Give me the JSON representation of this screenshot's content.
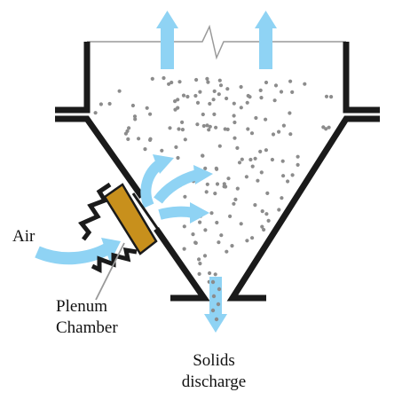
{
  "diagram": {
    "labels": {
      "air": "Air",
      "plenum_line1": "Plenum",
      "plenum_line2": "Chamber",
      "solids_line1": "Solids",
      "solids_line2": "discharge"
    },
    "colors": {
      "wall": "#1a1a1a",
      "arrow": "#8fd3f4",
      "plenum": "#c8901c",
      "particle": "#8c8c8c",
      "leader": "#999999"
    }
  }
}
